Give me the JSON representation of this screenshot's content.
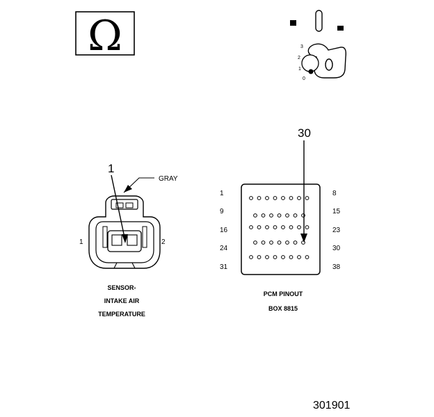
{
  "ohm_symbol": "Ω",
  "ignition": {
    "positions": [
      "3",
      "2",
      "1",
      "0"
    ]
  },
  "sensor": {
    "callout": "1",
    "wire_color": "GRAY",
    "pin_left": "1",
    "pin_right": "2",
    "caption_lines": [
      "SENSOR-",
      "INTAKE AIR",
      "TEMPERATURE"
    ]
  },
  "pcm": {
    "callout": "30",
    "rows": [
      {
        "left": "1",
        "right": "8"
      },
      {
        "left": "9",
        "right": "15"
      },
      {
        "left": "16",
        "right": "23"
      },
      {
        "left": "24",
        "right": "30"
      },
      {
        "left": "31",
        "right": "38"
      }
    ],
    "caption_lines": [
      "PCM PINOUT",
      "BOX 8815"
    ]
  },
  "figure_number": "301901"
}
